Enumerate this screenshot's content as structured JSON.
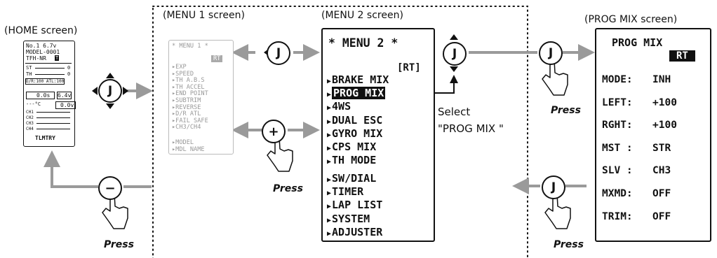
{
  "captions": {
    "home": "(HOME screen)",
    "menu1": "(MENU 1 screen)",
    "menu2": "(MENU 2 screen)",
    "prog": "(PROG MIX screen)"
  },
  "home": {
    "line1": "No.1  6.7v",
    "line2": "MODEL-0001",
    "line3": "TFH-NR",
    "badge": "T",
    "st": "ST",
    "th": "TH",
    "st_val": "0",
    "th_val": "0",
    "dr": "D/R:100 ATL:100",
    "timer": "0.0s",
    "volt": "6.4v",
    "temp": "---°C",
    "volt2": "0.0v",
    "ch": [
      "CH1",
      "CH2",
      "CH3",
      "CH4"
    ],
    "tlmtry": "TLMTRY"
  },
  "menu1": {
    "title": "* MENU 1 *",
    "rt": "RT",
    "items": [
      "EXP",
      "SPEED",
      "TH A.B.S",
      "TH ACCEL",
      "END POINT",
      "SUBTRIM",
      "REVERSE",
      "D/R ATL",
      "FAIL SAFE",
      "CH3/CH4"
    ],
    "items2": [
      "MODEL",
      "MDL NAME"
    ]
  },
  "menu2": {
    "title": "* MENU 2 *",
    "rt": "[RT]",
    "items": [
      "BRAKE MIX",
      "PROG MIX",
      "4WS",
      "DUAL ESC",
      "GYRO MIX",
      "CPS MIX",
      "TH MODE"
    ],
    "items2": [
      "SW/DIAL",
      "TIMER",
      "LAP LIST",
      "SYSTEM",
      "ADJUSTER"
    ],
    "selected_index": 1
  },
  "select_note": [
    "Select",
    "\"PROG MIX \""
  ],
  "prog": {
    "title": "PROG MIX",
    "rt": "RT",
    "rows": [
      {
        "label": "MODE:",
        "value": "INH"
      },
      {
        "label": "LEFT:",
        "value": "+100"
      },
      {
        "label": "RGHT:",
        "value": "+100"
      },
      {
        "label": "MST :",
        "value": "STR"
      },
      {
        "label": "SLV :",
        "value": "CH3"
      },
      {
        "label": "MXMD:",
        "value": "OFF"
      },
      {
        "label": "TRIM:",
        "value": "OFF"
      }
    ]
  },
  "keys": {
    "j": "J",
    "plus": "+",
    "minus": "−"
  },
  "press": "Press",
  "colors": {
    "arrow": "#9a9a9a",
    "ink": "#111111",
    "dim": "#999999"
  }
}
